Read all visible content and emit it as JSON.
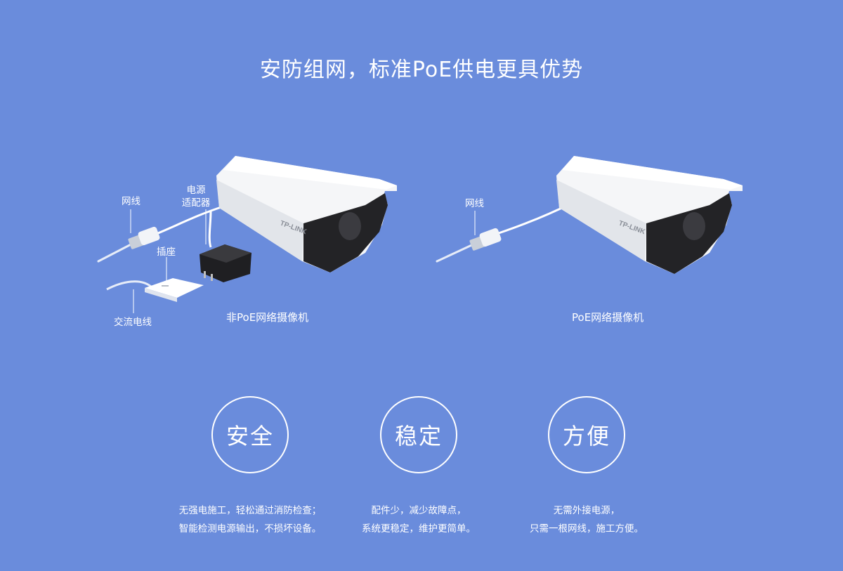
{
  "title": "安防组网，标准PoE供电更具优势",
  "left_scene": {
    "label_network_cable": "网线",
    "label_power_adapter_line1": "电源",
    "label_power_adapter_line2": "适配器",
    "label_socket": "插座",
    "label_ac_cable": "交流电线",
    "caption": "非PoE网络摄像机",
    "brand_text": "TP-LINK"
  },
  "right_scene": {
    "label_network_cable": "网线",
    "caption": "PoE网络摄像机",
    "brand_text": "TP-LINK"
  },
  "features": [
    {
      "title": "安全",
      "line1": "无强电施工，轻松通过消防检查；",
      "line2": "智能检测电源输出，不损坏设备。"
    },
    {
      "title": "稳定",
      "line1": "配件少，减少故障点，",
      "line2": "系统更稳定，维护更简单。"
    },
    {
      "title": "方便",
      "line1": "无需外接电源，",
      "line2": "只需一根网线，施工方便。"
    }
  ]
}
